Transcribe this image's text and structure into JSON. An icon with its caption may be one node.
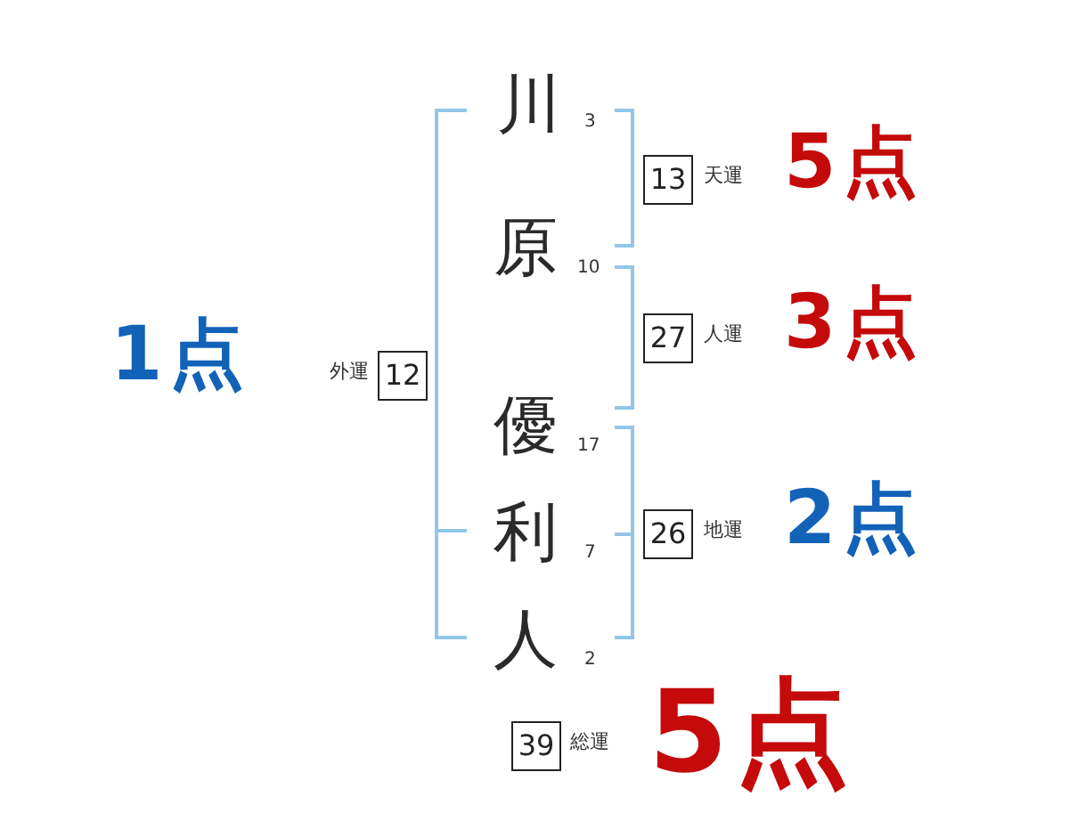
{
  "diagram": {
    "nodes": [
      {
        "text": [
          "12"
        ],
        "beside": [
          "外運"
        ]
      },
      {
        "text": [
          "13"
        ],
        "beside": [
          "天運"
        ]
      },
      {
        "text": [
          "27"
        ],
        "beside": [
          "人運"
        ]
      },
      {
        "text": [
          "26"
        ],
        "beside": [
          "地運"
        ]
      },
      {
        "text": [
          "39"
        ],
        "beside": [
          "総運"
        ]
      }
    ],
    "labels": [
      "川",
      "3",
      "原",
      "10",
      "優",
      "17",
      "利",
      "7",
      "人",
      "2",
      "1点",
      "5点",
      "3点",
      "2点",
      "5点"
    ]
  }
}
